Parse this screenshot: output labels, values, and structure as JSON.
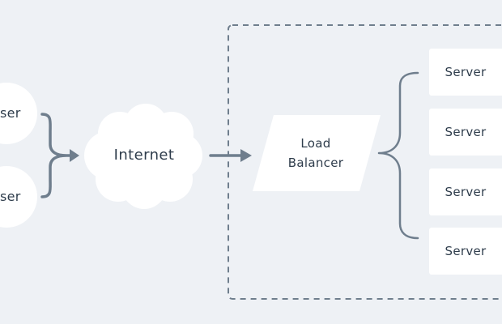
{
  "diagram": {
    "users": [
      {
        "label": "ser"
      },
      {
        "label": "ser"
      }
    ],
    "internet": {
      "label": "Internet"
    },
    "load_balancer": {
      "line1": "Load",
      "line2": "Balancer"
    },
    "servers": [
      {
        "label": "Server"
      },
      {
        "label": "Server"
      },
      {
        "label": "Server"
      },
      {
        "label": "Server"
      }
    ],
    "colors": {
      "background": "#eef1f5",
      "node_fill": "#ffffff",
      "connector": "#6f7e8d",
      "text": "#2f3d4c"
    }
  }
}
